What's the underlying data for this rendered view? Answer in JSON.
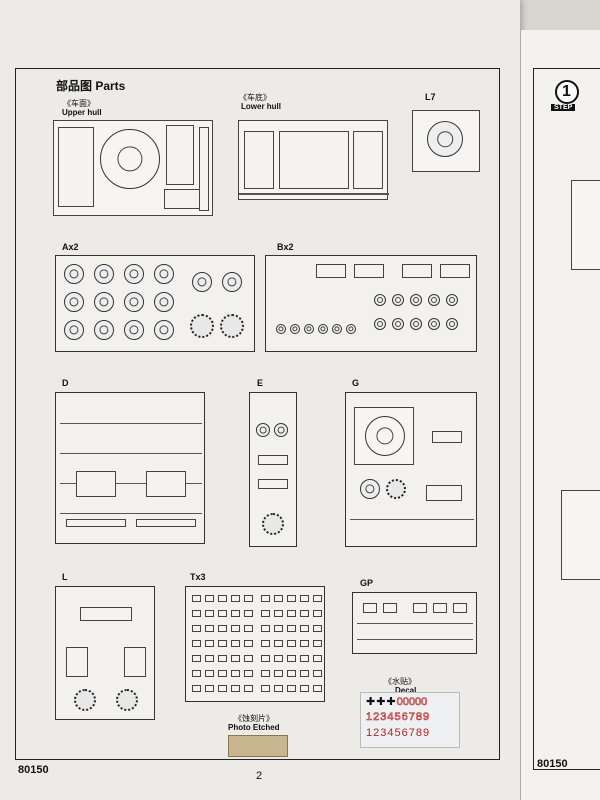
{
  "header": {
    "title": "部品图 Parts"
  },
  "parts": {
    "upper_hull": {
      "cn": "《车面》",
      "en": "Upper hull"
    },
    "lower_hull": {
      "cn": "《车底》",
      "en": "Lower hull"
    },
    "l7": "L7",
    "ax2": "Ax2",
    "bx2": "Bx2",
    "d": "D",
    "e": "E",
    "g": "G",
    "l": "L",
    "tx3": "Tx3",
    "gp": "GP",
    "photo_etched": {
      "cn": "《蚀刻片》",
      "en": "Photo Etched"
    },
    "decal": {
      "cn": "《水贴》",
      "en": "Decal",
      "row1": "00000",
      "row2": "123456789",
      "row3": "123456789"
    }
  },
  "footer": {
    "kit_left": "80150",
    "page_number": "2",
    "kit_right": "80150"
  },
  "next_page": {
    "step_number": "1",
    "step_label": "STEP"
  },
  "colors": {
    "paper": "#ecebe8",
    "ink": "#111111",
    "decal_red": "#b22222",
    "photo_etch": "#c9b58f"
  }
}
